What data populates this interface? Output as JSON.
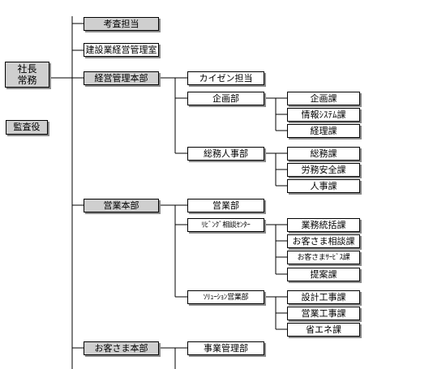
{
  "chart": {
    "root": {
      "line1": "社長",
      "line2": "常務"
    },
    "auditor": "監査役",
    "l1": {
      "kousa": "考査担当",
      "kensetsu": "建設業経営管理室",
      "keiei": "経営管理本部",
      "eigyo": "営業本部",
      "okyaku": "お客さま本部"
    },
    "keiei": {
      "kaizen": "カイゼン担当",
      "kikaku": "企画部",
      "soumu_jinji": "総務人事部"
    },
    "kikaku": {
      "kikaku_ka": "企画課",
      "joho": "情報ｼｽﾃﾑ課",
      "keiri": "経理課"
    },
    "soumu_jinji": {
      "soumu_ka": "総務課",
      "roumu": "労務安全課",
      "jinji": "人事課"
    },
    "eigyo": {
      "eigyobu": "営業部",
      "living": "ﾘﾋﾞﾝｸﾞ相談ｾﾝﾀｰ",
      "solution": "ｿﾘｭｰｼｮﾝ営業部"
    },
    "living": {
      "gyomu": "業務統括課",
      "sodan": "お客さま相談課",
      "service": "お客さまｻｰﾋﾞｽ課",
      "teian": "提案課"
    },
    "solution": {
      "sekkei": "設計工事課",
      "eigyo_koji": "営業工事課",
      "shoene": "省エネ課"
    },
    "okyaku": {
      "jigyo": "事業管理部"
    }
  }
}
